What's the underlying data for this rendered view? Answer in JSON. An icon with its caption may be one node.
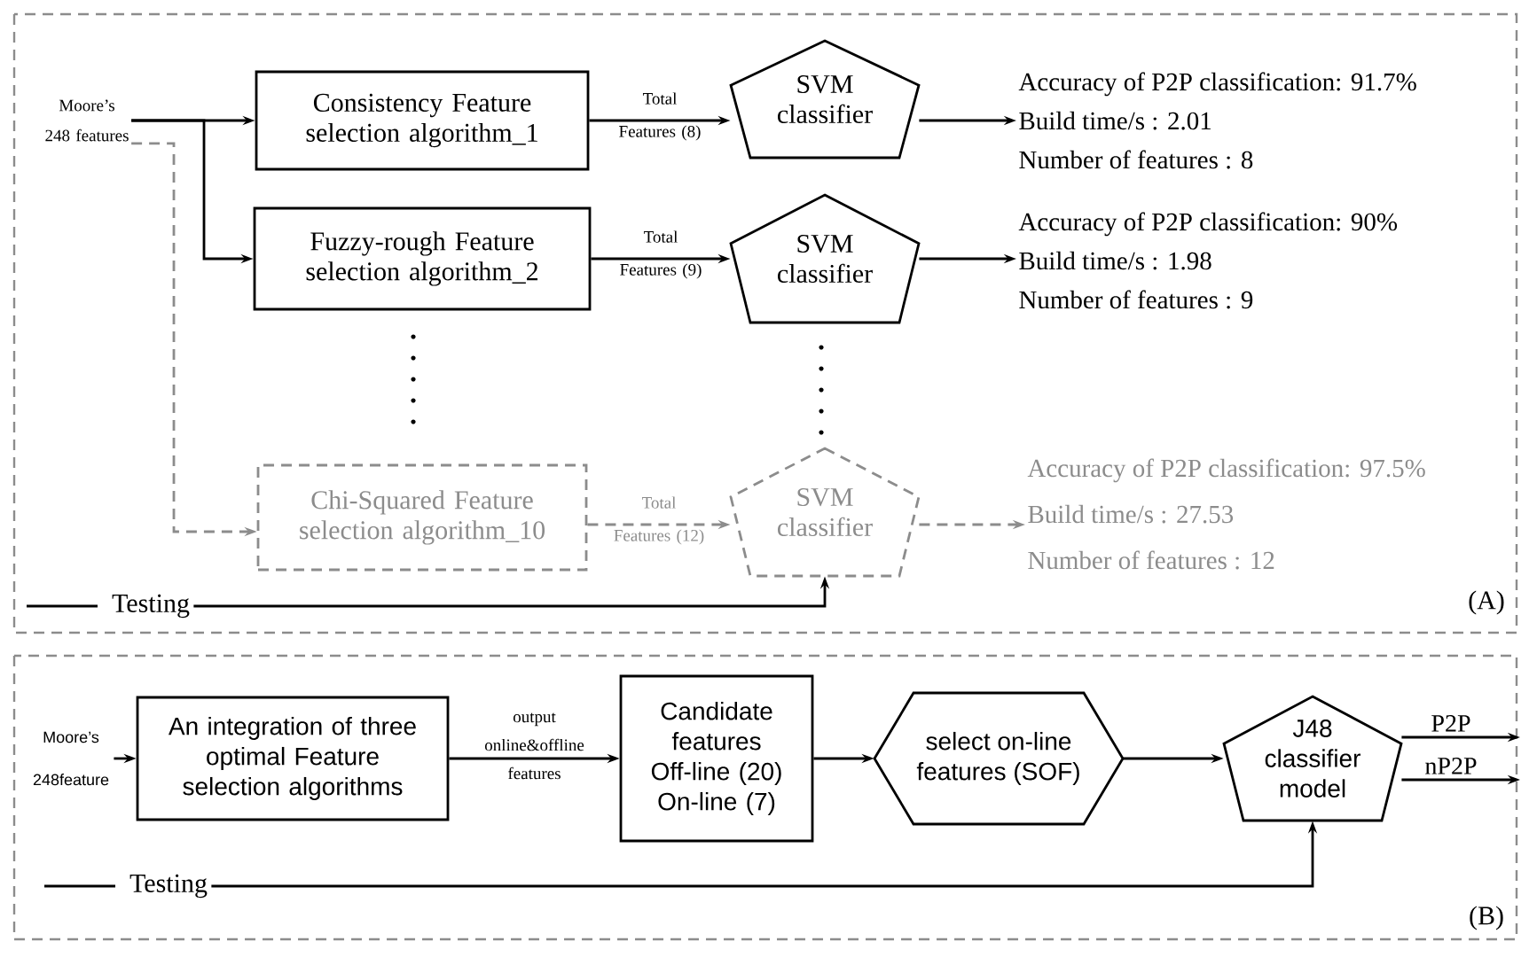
{
  "diagram": {
    "nodes": [
      {
        "text": [
          "(A)"
        ]
      },
      {
        "text": [
          "Moore’s 248 features"
        ],
        "in": 0
      },
      {
        "text": [
          "Consistency Feature selection algorithm_1"
        ],
        "in": 0
      },
      {
        "text": [
          "SVM classifier"
        ],
        "in": 0
      },
      {
        "text": [
          "Accuracy of P2P classification: 91.7%",
          "Build time/s : 2.01",
          "Number of features : 8"
        ],
        "in": 0
      },
      {
        "text": [
          "Fuzzy-rough Feature selection algorithm_2"
        ],
        "in": 0
      },
      {
        "text": [
          "SVM classifier"
        ],
        "in": 0
      },
      {
        "text": [
          "Accuracy of P2P classification: 90%",
          "Build time/s : 1.98",
          "Number of features : 9"
        ],
        "in": 0
      },
      {
        "text": [
          "Chi-Squared Feature selection algorithm_10"
        ],
        "in": 0
      },
      {
        "text": [
          "SVM classifier"
        ],
        "in": 0
      },
      {
        "text": [
          "Accuracy of P2P classification: 97.5%",
          "Build time/s : 27.53",
          "Number of features : 12"
        ],
        "in": 0
      },
      {
        "text": [
          "Testing"
        ],
        "in": 0
      },
      {
        "text": [
          "(B)"
        ]
      },
      {
        "text": [
          "Moore’s 248feature"
        ],
        "in": 12
      },
      {
        "text": [
          "An integration of three optimal Feature selection algorithms"
        ],
        "in": 12
      },
      {
        "text": [
          "Candidate features",
          "Off-line (20)",
          "On-line (7)"
        ],
        "in": 12
      },
      {
        "text": [
          "select on-line features (SOF)"
        ],
        "in": 12
      },
      {
        "text": [
          "J48 classifier model"
        ],
        "in": 12
      },
      {
        "text": [
          "Testing"
        ],
        "in": 12
      }
    ],
    "edges": [
      {
        "from": 1,
        "to": 2,
        "arrow": "to"
      },
      {
        "from": 1,
        "to": 5,
        "arrow": "to"
      },
      {
        "from": 1,
        "to": 8,
        "arrow": "to",
        "style": "dashed",
        "color": "#8c8c8c"
      },
      {
        "from": 2,
        "to": 3,
        "arrow": "to",
        "label": "Total Features (8)"
      },
      {
        "from": 5,
        "to": 6,
        "arrow": "to",
        "label": "Total Features (9)"
      },
      {
        "from": 8,
        "to": 9,
        "arrow": "to",
        "label": "Total Features (12)",
        "style": "dashed",
        "color": "#8c8c8c"
      },
      {
        "from": 3,
        "to": 4,
        "arrow": "to"
      },
      {
        "from": 6,
        "to": 7,
        "arrow": "to"
      },
      {
        "from": 9,
        "to": 10,
        "arrow": "to",
        "style": "dashed",
        "color": "#8c8c8c"
      },
      {
        "from": 11,
        "to": 9,
        "arrow": "to"
      },
      {
        "from": 13,
        "to": 14,
        "arrow": "to"
      },
      {
        "from": 14,
        "to": 15,
        "arrow": "to",
        "label": "output online&offline features"
      },
      {
        "from": 15,
        "to": 16,
        "arrow": "to"
      },
      {
        "from": 16,
        "to": 17,
        "arrow": "to"
      },
      {
        "from": 17,
        "to": null,
        "arrow": "to",
        "label": "P2P"
      },
      {
        "from": 17,
        "to": null,
        "arrow": "to",
        "label": "nP2P"
      },
      {
        "from": 18,
        "to": 17,
        "arrow": "to"
      }
    ]
  }
}
